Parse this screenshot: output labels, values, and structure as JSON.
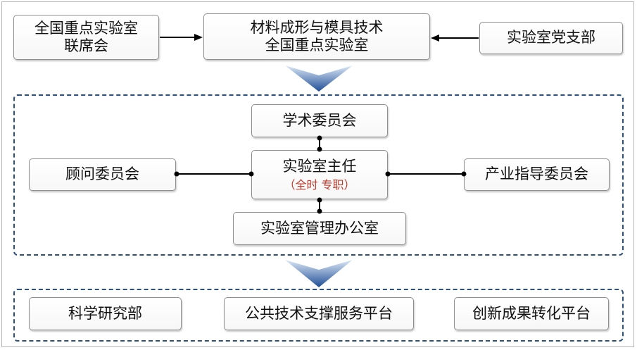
{
  "top": {
    "joint_council": "全国重点实验室\n联席会",
    "lab": "材料成形与模具技术\n全国重点实验室",
    "party_branch": "实验室党支部"
  },
  "middle": {
    "academic_committee": "学术委员会",
    "advisory_committee": "顾问委员会",
    "director": "实验室主任",
    "director_note": "（全时 专职）",
    "industry_committee": "产业指导委员会",
    "office": "实验室管理办公室"
  },
  "bottom": {
    "research": "科学研究部",
    "tech_platform": "公共技术支撑服务平台",
    "innovation_platform": "创新成果转化平台"
  },
  "colors": {
    "dashed_border": "#2d4f7c",
    "arrow_light": "#dce8f6",
    "arrow_dark": "#1f4e96",
    "note": "#c0392b"
  }
}
